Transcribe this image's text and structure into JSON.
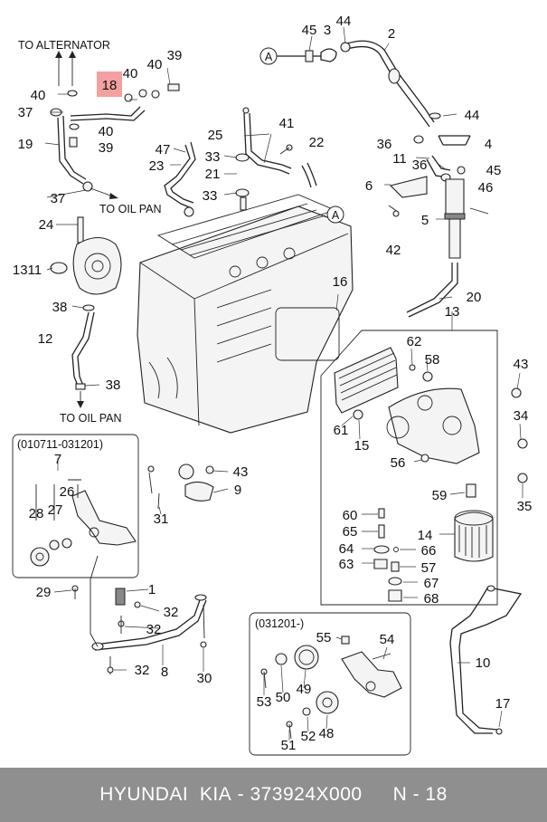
{
  "diagram": {
    "highlight_color": "#f4a0a0",
    "highlighted_part": "18",
    "annotations": {
      "to_alternator": "TO ALTERNATOR",
      "to_oil_pan_top": "TO OIL PAN",
      "to_oil_pan_bottom": "TO OIL PAN",
      "callout_a_1": "A",
      "callout_a_2": "A",
      "range_old": "(010711-031201)",
      "range_new": "(031201-)"
    },
    "part_numbers": {
      "p45a": "45",
      "p44a": "44",
      "p3": "3",
      "p2": "2",
      "p44b": "44",
      "p39": "39",
      "p40a": "40",
      "p40b": "40",
      "p40c": "40",
      "p18": "18",
      "p37a": "37",
      "p19": "19",
      "p40d": "40",
      "p39b": "39",
      "p37b": "37",
      "p25": "25",
      "p41": "41",
      "p47": "47",
      "p33a": "33",
      "p22": "22",
      "p23": "23",
      "p21": "21",
      "p33b": "33",
      "p36a": "36",
      "p4": "4",
      "p11": "11",
      "p36b": "36",
      "p45b": "45",
      "p6": "6",
      "p46": "46",
      "p5": "5",
      "p42": "42",
      "p24": "24",
      "p1311": "1311",
      "p38a": "38",
      "p16": "16",
      "p20": "20",
      "p13": "13",
      "p12": "12",
      "p38b": "38",
      "p62": "62",
      "p58": "58",
      "p43a": "43",
      "p34": "34",
      "p61": "61",
      "p15": "15",
      "p56": "56",
      "p35": "35",
      "p59": "59",
      "p60": "60",
      "p14": "14",
      "p65": "65",
      "p64": "64",
      "p66": "66",
      "p63": "63",
      "p57": "57",
      "p67": "67",
      "p68": "68",
      "p7": "7",
      "p26": "26",
      "p28": "28",
      "p27": "27",
      "p43b": "43",
      "p9": "9",
      "p31": "31",
      "p29": "29",
      "p1": "1",
      "p32a": "32",
      "p32b": "32",
      "p32c": "32",
      "p8": "8",
      "p30": "30",
      "p55": "55",
      "p54": "54",
      "p53": "53",
      "p50": "50",
      "p49": "49",
      "p52": "52",
      "p51": "51",
      "p48": "48",
      "p10": "10",
      "p17": "17"
    }
  },
  "footer": {
    "brand": "HYUNDAI  KIA",
    "separator": " - ",
    "part_code": "373924X000",
    "position": "N - 18"
  }
}
